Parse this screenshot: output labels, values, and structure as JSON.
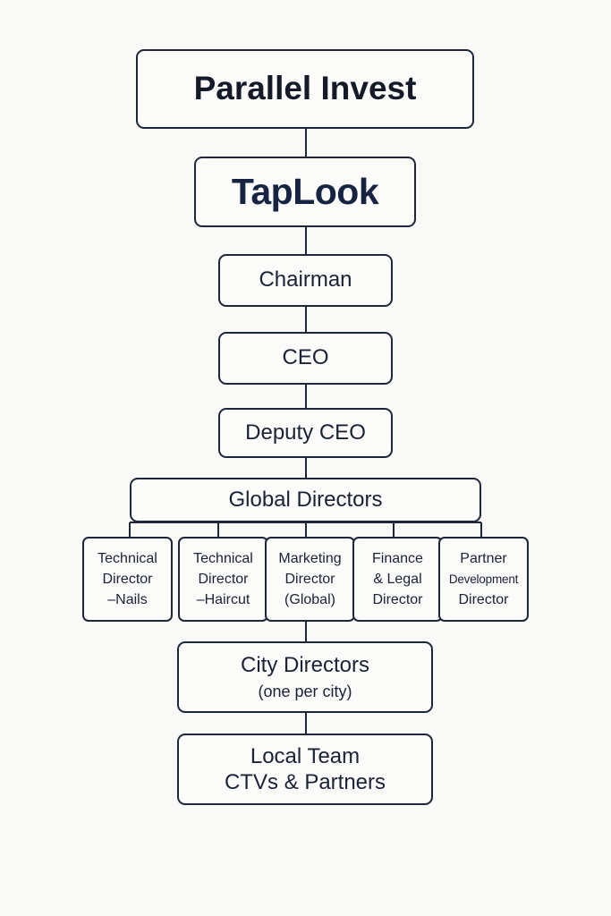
{
  "top_org": "Parallel Invest",
  "company": "TapLook",
  "roles": {
    "chairman": "Chairman",
    "ceo": "CEO",
    "deputy_ceo": "Deputy CEO"
  },
  "global_directors": "Global Directors",
  "directors": [
    {
      "lines": [
        "Technical",
        "Director",
        "–Nails"
      ]
    },
    {
      "lines": [
        "Technical",
        "Director",
        "–Haircut"
      ]
    },
    {
      "lines": [
        "Marketing",
        "Director",
        "(Global)"
      ]
    },
    {
      "lines": [
        "Finance",
        "& Legal",
        "Director"
      ]
    },
    {
      "lines": [
        "Partner",
        "Development",
        "Director"
      ]
    }
  ],
  "city_directors": {
    "title": "City Directors",
    "subtitle": "(one per city)"
  },
  "local_team": {
    "line1": "Local Team",
    "line2": "CTVs & Partners"
  },
  "colors": {
    "line": "#1f2638",
    "background": "#f9f9f7",
    "text": "#1b2235"
  }
}
